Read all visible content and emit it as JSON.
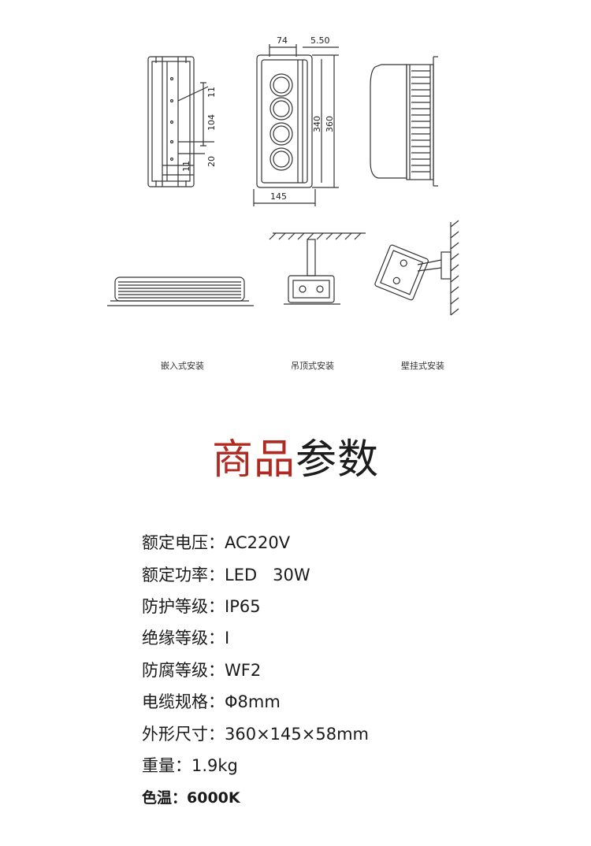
{
  "drawing": {
    "dims": {
      "top_width": "74",
      "top_gap": "5.50",
      "hole_pitch_top": "11",
      "hole_spacing": "104",
      "hole_pitch_bottom": "11",
      "side_offset": "20",
      "height_inner": "340",
      "height_outer": "360",
      "width_bottom": "145"
    },
    "captions": {
      "embedded": "嵌入式安装",
      "ceiling": "吊顶式安装",
      "wall": "壁挂式安装"
    }
  },
  "title": {
    "part1": "商品",
    "part2": "参数"
  },
  "specs": [
    {
      "label": "额定电压：",
      "value": "AC220V"
    },
    {
      "label": "额定功率：",
      "value": "LED   30W"
    },
    {
      "label": "防护等级：",
      "value": "IP65"
    },
    {
      "label": "绝缘等级：",
      "value": "I"
    },
    {
      "label": "防腐等级：",
      "value": "WF2"
    },
    {
      "label": "电缆规格：",
      "value": "Φ8mm"
    },
    {
      "label": "外形尺寸：",
      "value": "360×145×58mm"
    },
    {
      "label": "重量：",
      "value": "1.9kg"
    },
    {
      "label": "色温：",
      "value": "6000K"
    }
  ]
}
